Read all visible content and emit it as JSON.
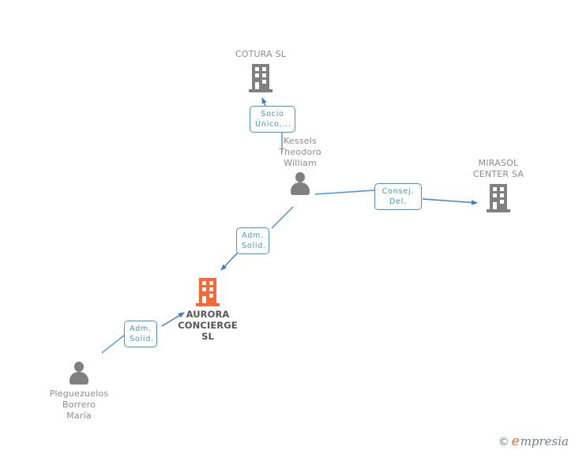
{
  "diagram": {
    "type": "corporate-relationship-graph",
    "background": "#ffffff",
    "colors": {
      "company_gray": "#808080",
      "focus_orange": "#FB6635",
      "person_gray": "#808080",
      "edge_blue": "#4a90d9",
      "label_gray": "#8c8c8c",
      "focus_text": "#555555"
    },
    "nodes": [
      {
        "id": "cotura",
        "label": "COTURA SL",
        "kind": "company",
        "icon": "building-icon",
        "focus": false
      },
      {
        "id": "kessels",
        "label": "Kessels\nTheodoro\nWilliam",
        "kind": "person",
        "icon": "person-icon",
        "focus": false
      },
      {
        "id": "mirasol",
        "label": "MIRASOL\nCENTER SA",
        "kind": "company",
        "icon": "building-icon",
        "focus": false
      },
      {
        "id": "aurora",
        "label": "AURORA\nCONCIERGE\nSL",
        "kind": "company",
        "icon": "building-icon",
        "focus": true
      },
      {
        "id": "pleguezuelos",
        "label": "Pleguezuelos\nBorrero\nMaria",
        "kind": "person",
        "icon": "person-icon",
        "focus": false
      }
    ],
    "relations": [
      {
        "id": "socio-unico",
        "label": "Socio\nÚnico,...",
        "from": "kessels",
        "to": "cotura"
      },
      {
        "id": "consej-del",
        "label": "Consej.\nDel.",
        "from": "kessels",
        "to": "mirasol"
      },
      {
        "id": "adm-solid-kessels",
        "label": "Adm.\nSolid.",
        "from": "kessels",
        "to": "aurora"
      },
      {
        "id": "adm-solid-pleguezuelos",
        "label": "Adm.\nSolid.",
        "from": "pleguezuelos",
        "to": "aurora"
      }
    ]
  },
  "watermark": {
    "copyright": "©",
    "brand_initial": "e",
    "brand_rest": "mpresia"
  }
}
